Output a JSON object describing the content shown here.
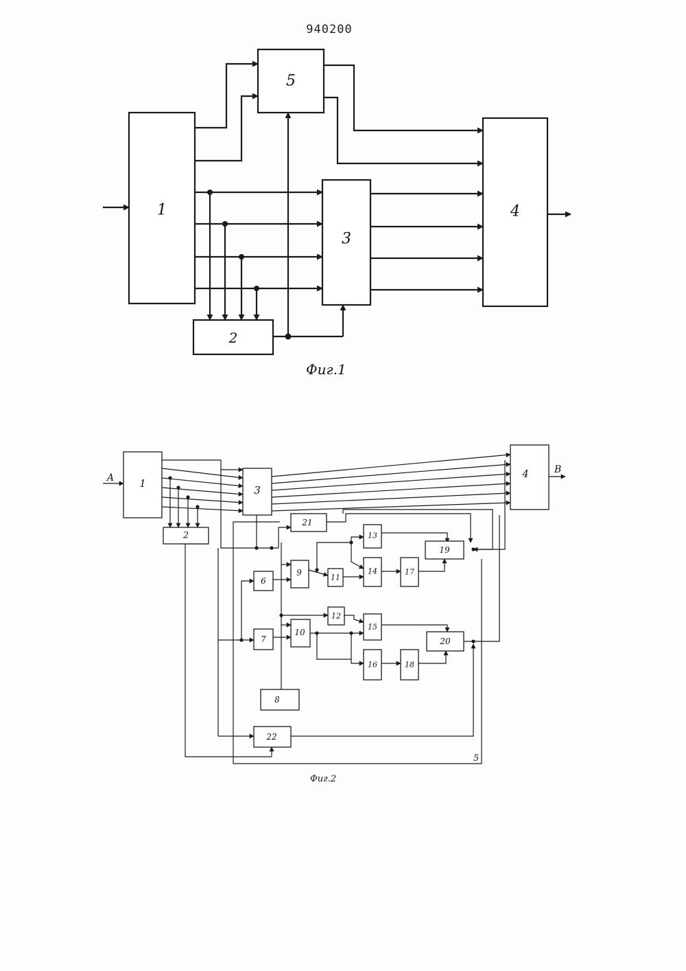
{
  "document": {
    "patent_number": "940200"
  },
  "figure1": {
    "caption": "Фиг.1",
    "blocks": {
      "b1": "1",
      "b2": "2",
      "b3": "3",
      "b4": "4",
      "b5": "5"
    }
  },
  "figure2": {
    "caption": "Фиг.2",
    "input_label": "A",
    "output_label": "B",
    "frame_label": "5",
    "blocks": {
      "b1": "1",
      "b2": "2",
      "b3": "3",
      "b4": "4",
      "b6": "6",
      "b7": "7",
      "b8": "8",
      "b9": "9",
      "b10": "10",
      "b11": "11",
      "b12": "12",
      "b13": "13",
      "b14": "14",
      "b15": "15",
      "b16": "16",
      "b17": "17",
      "b18": "18",
      "b19": "19",
      "b20": "20",
      "b21": "21",
      "b22": "22"
    }
  }
}
